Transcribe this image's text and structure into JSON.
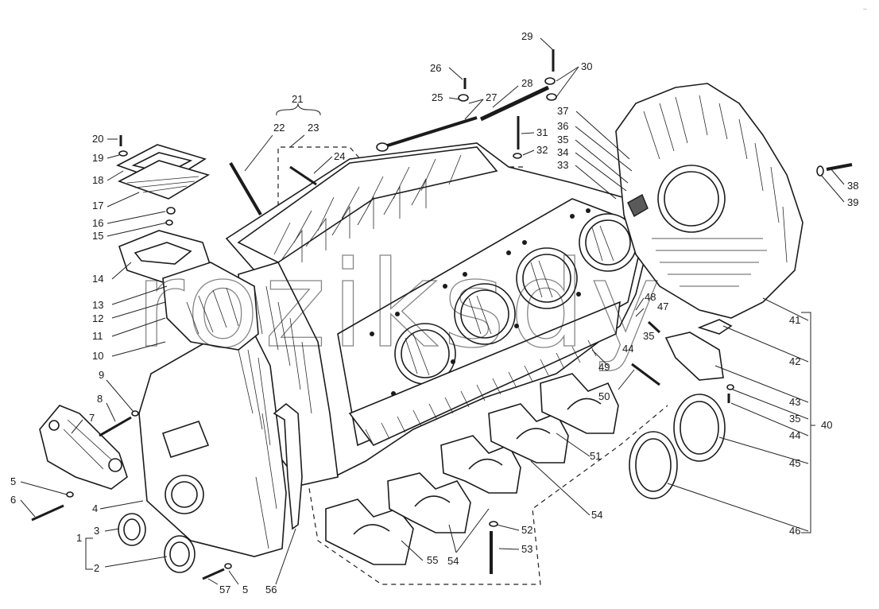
{
  "watermark": "roziksdy",
  "corner_mark": "..",
  "callouts": {
    "n1": "1",
    "n2": "2",
    "n3": "3",
    "n4": "4",
    "n5a": "5",
    "n5b": "5",
    "n6": "6",
    "n7": "7",
    "n8": "8",
    "n9": "9",
    "n10": "10",
    "n11": "11",
    "n12": "12",
    "n13": "13",
    "n14": "14",
    "n15": "15",
    "n16": "16",
    "n17": "17",
    "n18": "18",
    "n19": "19",
    "n20": "20",
    "n21": "21",
    "n22": "22",
    "n23": "23",
    "n24": "24",
    "n25": "25",
    "n26": "26",
    "n27": "27",
    "n28": "28",
    "n29": "29",
    "n30": "30",
    "n31": "31",
    "n32": "32",
    "n33": "33",
    "n34": "34",
    "n35a": "35",
    "n35b": "35",
    "n35c": "35",
    "n36": "36",
    "n37": "37",
    "n38": "38",
    "n39": "39",
    "n40": "40",
    "n41": "41",
    "n42": "42",
    "n43": "43",
    "n44a": "44",
    "n44b": "44",
    "n45": "45",
    "n46": "46",
    "n47": "47",
    "n48": "48",
    "n49": "49",
    "n50": "50",
    "n51": "51",
    "n52": "52",
    "n53": "53",
    "n54a": "54",
    "n54b": "54",
    "n55": "55",
    "n56": "56",
    "n57": "57"
  }
}
